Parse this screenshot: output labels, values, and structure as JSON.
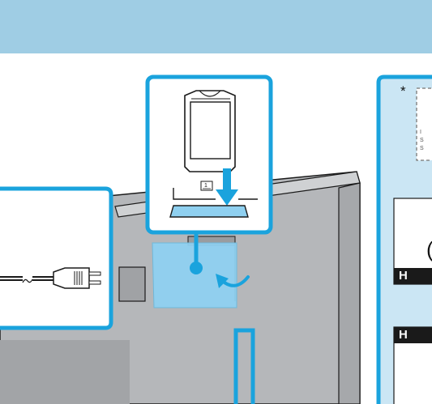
{
  "labels": {
    "asterisk": "*",
    "slot_label_fragment": "1",
    "cam_note_fragments": [
      "I",
      "S",
      "S"
    ],
    "hdmi_fragment_1": "H",
    "hdmi_fragment_2": "H",
    "port_number_fragment": "("
  },
  "colors": {
    "header_band": "#9fcde4",
    "accent_blue": "#1aa3dd",
    "light_blue_fill": "#cbe6f4",
    "panel_grey": "#b5b7ba",
    "panel_dark_grey": "#8e9094",
    "outline": "#1a1a1a",
    "background": "#ffffff"
  },
  "icons": {
    "insert_arrow": "arrow-down-icon",
    "rotate_arrow": "curved-arrow-icon",
    "plug": "power-plug-icon",
    "cam_module": "ci-module-card-icon"
  }
}
